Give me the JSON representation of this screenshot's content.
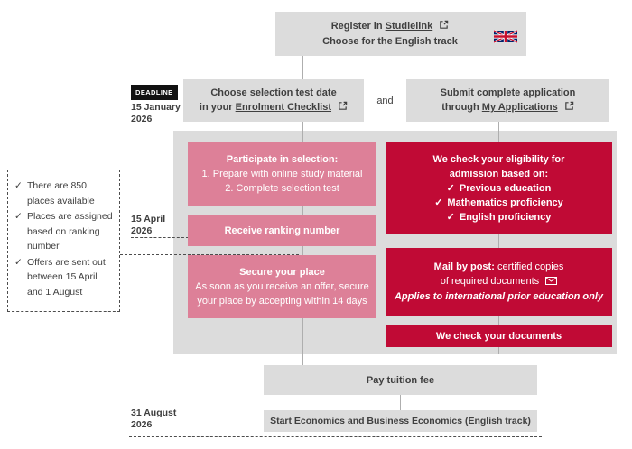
{
  "colors": {
    "crimson": "#c00a35",
    "pink": "#dd8098",
    "gray_box": "#dcdcdc",
    "text": "#3f3f3f"
  },
  "icons": {
    "check": "✓"
  },
  "top_box": {
    "line1_prefix": "Register in ",
    "line1_link": "Studielink",
    "line2": "Choose for the English track"
  },
  "deadline": {
    "badge": "DEADLINE",
    "date1": "15 January",
    "date2": "2026"
  },
  "row2": {
    "and_label": "and",
    "left_box": {
      "line1": "Choose selection test date",
      "line2_prefix": "in your ",
      "line2_link": "Enrolment Checklist"
    },
    "right_box": {
      "line1": "Submit complete application",
      "line2_prefix": "through ",
      "line2_link": "My Applications"
    }
  },
  "info_box": {
    "items": [
      "There are 850 places available",
      "Places are assigned based on ranking number",
      "Offers are sent out between 15 April and 1 August"
    ]
  },
  "timeline": {
    "april1": "15 April",
    "april2": "2026",
    "august1": "31 August",
    "august2": "2026"
  },
  "selection_column": {
    "participate": {
      "title": "Participate in selection:",
      "step1": "1. Prepare with online study material",
      "step2": "2. Complete selection test"
    },
    "ranking": {
      "label": "Receive ranking number"
    },
    "secure": {
      "title": "Secure your place",
      "line1": "As soon as you receive an offer, secure",
      "line2": "your place by accepting within 14 days"
    }
  },
  "admission_column": {
    "eligibility": {
      "title1": "We check your eligibility for",
      "title2": "admission based on:",
      "checks": [
        "Previous education",
        "Mathematics proficiency",
        "English proficiency"
      ]
    },
    "mail": {
      "bold": "Mail by post:",
      "rest": " certified copies",
      "line2": "of required documents",
      "note": "Applies to international prior education only"
    },
    "documents": {
      "label": "We check your documents"
    }
  },
  "bottom": {
    "pay_label": "Pay tuition fee",
    "start_label": "Start Economics and Business Economics (English track)"
  }
}
